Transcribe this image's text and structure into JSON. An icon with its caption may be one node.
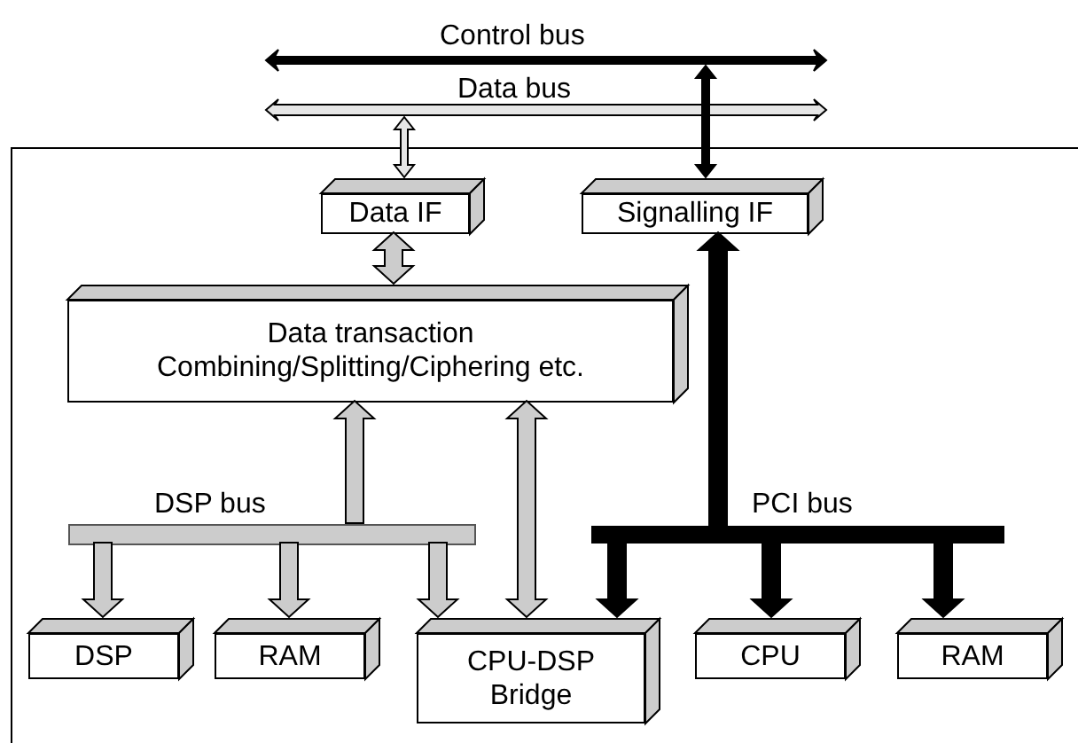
{
  "diagram": {
    "nodes": [
      {
        "text": [
          "Control bus"
        ]
      },
      {
        "text": [
          "Data bus"
        ]
      },
      {
        "text": [],
        "shape": "box"
      },
      {
        "text": [
          "Data IF"
        ],
        "in": 2
      },
      {
        "text": [
          "Signalling IF"
        ],
        "in": 2
      },
      {
        "text": [
          "Data transaction",
          "Combining/Splitting/Ciphering etc."
        ],
        "in": 2
      },
      {
        "text": [
          "DSP bus"
        ],
        "in": 2
      },
      {
        "text": [
          "PCI bus"
        ],
        "in": 2
      },
      {
        "text": [
          "DSP"
        ],
        "in": 2
      },
      {
        "text": [
          "RAM"
        ],
        "in": 2
      },
      {
        "text": [
          "CPU-DSP Bridge"
        ],
        "in": 2
      },
      {
        "text": [
          "CPU"
        ],
        "in": 2
      },
      {
        "text": [
          "RAM"
        ],
        "in": 2
      }
    ],
    "edges": [
      {
        "from": 3,
        "to": 1,
        "arrow": "both"
      },
      {
        "from": 4,
        "to": 0,
        "arrow": "both",
        "color": "#000000"
      },
      {
        "from": 3,
        "to": 5,
        "arrow": "both",
        "style": "thick"
      },
      {
        "from": 6,
        "to": 5,
        "arrow": "to",
        "style": "thick"
      },
      {
        "from": 10,
        "to": 5,
        "arrow": "both",
        "style": "thick"
      },
      {
        "from": 7,
        "to": 4,
        "arrow": "to",
        "style": "thick",
        "color": "#000000"
      },
      {
        "from": 6,
        "to": 8,
        "arrow": "to",
        "style": "thick"
      },
      {
        "from": 6,
        "to": 9,
        "arrow": "to",
        "style": "thick"
      },
      {
        "from": 6,
        "to": 10,
        "arrow": "to",
        "style": "thick"
      },
      {
        "from": 7,
        "to": 10,
        "arrow": "to",
        "style": "thick",
        "color": "#000000"
      },
      {
        "from": 7,
        "to": 11,
        "arrow": "to",
        "style": "thick",
        "color": "#000000"
      },
      {
        "from": 7,
        "to": 12,
        "arrow": "to",
        "style": "thick",
        "color": "#000000"
      }
    ]
  }
}
